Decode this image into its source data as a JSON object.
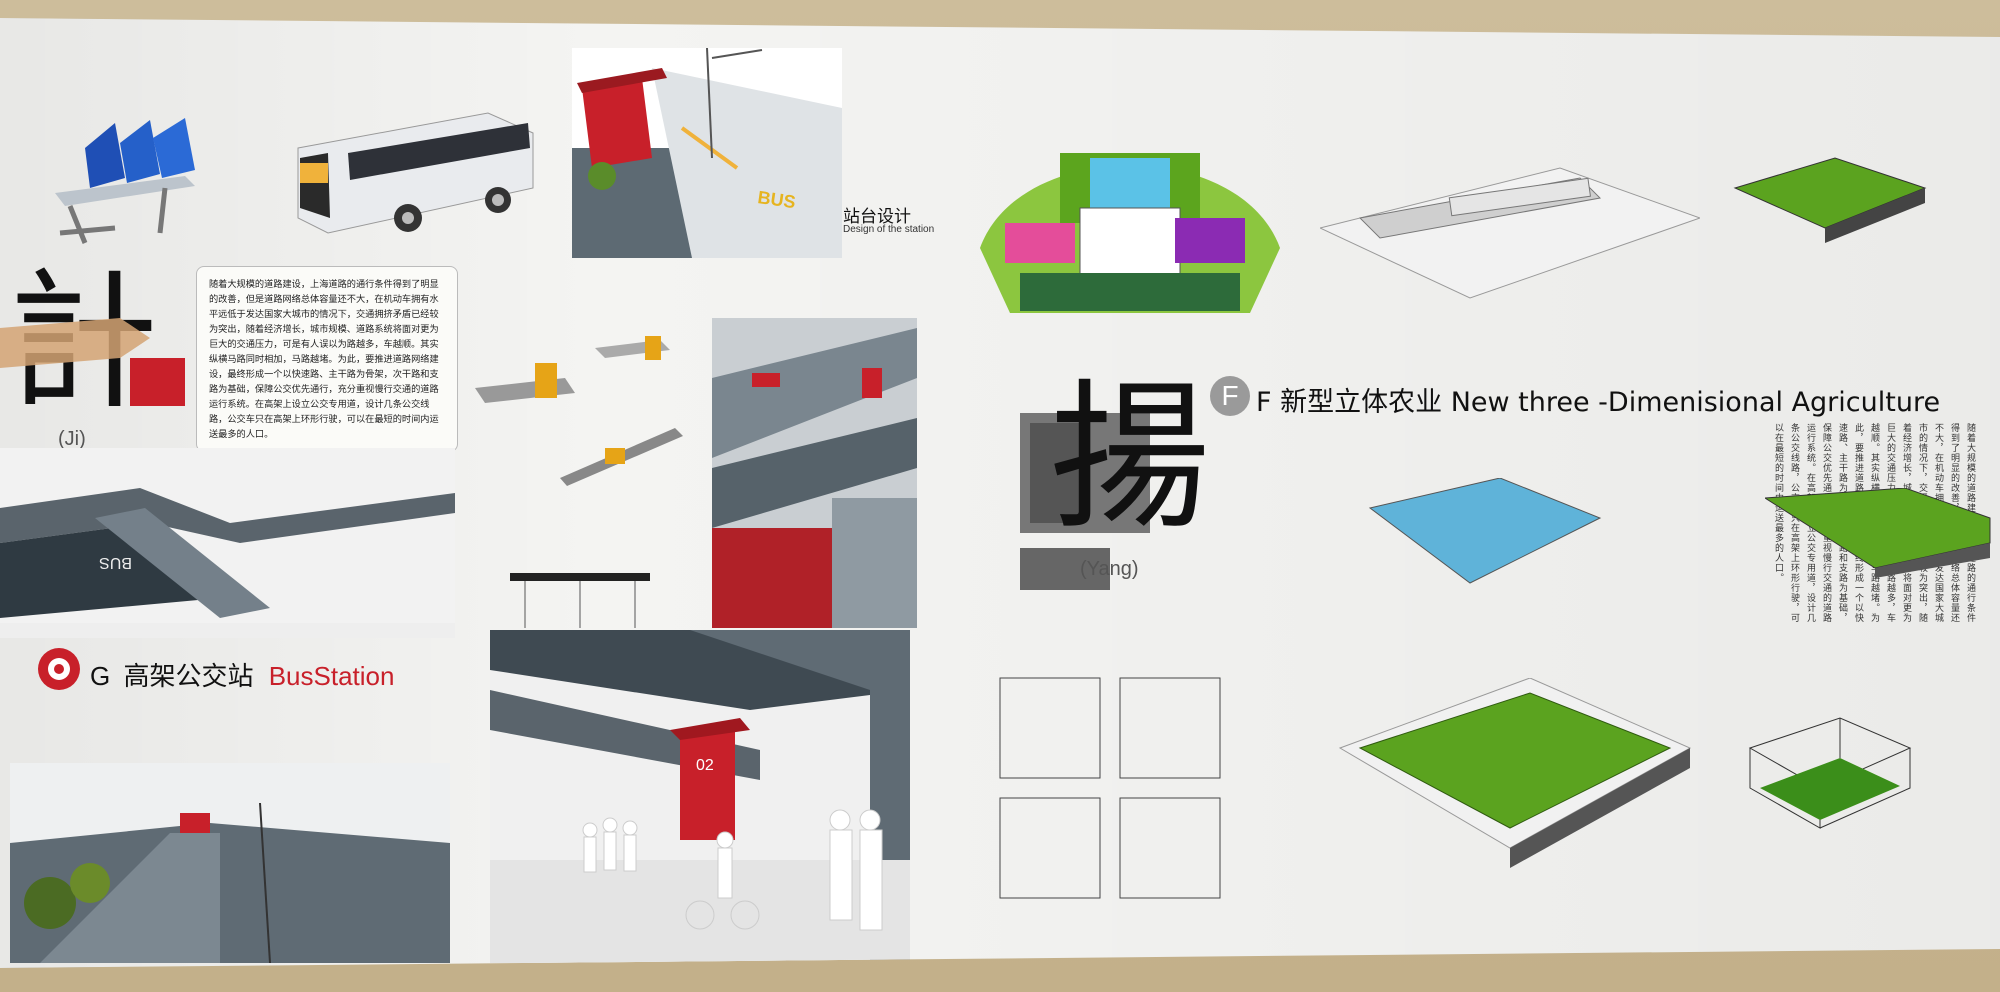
{
  "station": {
    "title_cn": "站台设计",
    "title_en": "Design of the station"
  },
  "left_para": {
    "text": "随着大规模的道路建设，上海道路的通行条件得到了明显的改善，但是道路网络总体容量还不大，在机动车拥有水平远低于发达国家大城市的情况下，交通拥挤矛盾已经较为突出，随着经济增长，城市规模、道路系统将面对更为巨大的交通压力，可是有人误以为路越多，车越顺。其实纵横马路同时相加，马路越堵。为此，要推进道路网络建设，最终形成一个以快速路、主干路为骨架，次干路和支路为基础，保障公交优先通行，充分重视慢行交通的道路运行系统。在高架上设立公交专用道，设计几条公交线路，公交车只在高架上环形行驶，可以在最短的时间内运送最多的人口。"
  },
  "ji": {
    "char": "計",
    "pinyin": "(Ji)"
  },
  "bus_station": {
    "letter": "G",
    "title_cn": "高架公交站",
    "title_en": "BusStation"
  },
  "yang": {
    "char": "揚",
    "pinyin": "(Yang)"
  },
  "agri": {
    "letter": "F",
    "title": "F 新型立体农业 New three -Dimenisional Agriculture"
  },
  "bus_road_text": "BUS",
  "kiosk_number": "02",
  "colors": {
    "red": "#c8202a",
    "green": "#4e9a1e",
    "grey": "#5f6b74"
  },
  "icons": [
    "bus-seat-icon",
    "bus-icon",
    "kiosk-icon",
    "people-silhouette-icon"
  ]
}
